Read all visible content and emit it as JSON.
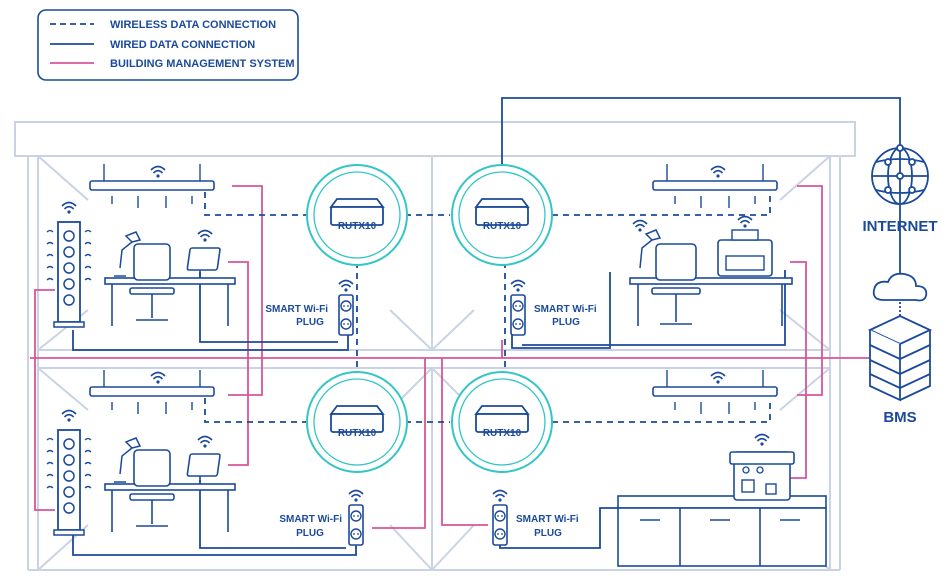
{
  "legend": {
    "wireless": "WIRELESS DATA CONNECTION",
    "wired": "WIRED DATA CONNECTION",
    "bms": "BUILDING MANAGEMENT SYSTEM"
  },
  "routers": {
    "label": "RUTX10"
  },
  "plugs": {
    "line1": "SMART Wi-Fi",
    "line2": "PLUG"
  },
  "internet": {
    "label": "INTERNET"
  },
  "bms_node": {
    "label": "BMS"
  },
  "colors": {
    "blue": "#1b4a9a",
    "teal": "#33c6c4",
    "pink": "#d8569a",
    "grey": "#c9d3e4"
  }
}
